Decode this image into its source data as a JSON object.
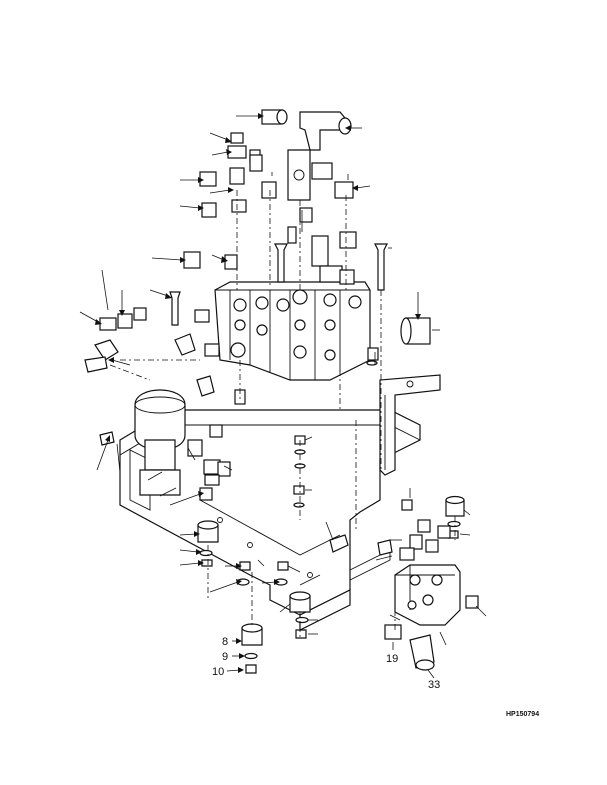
{
  "figure_code": "HP150794",
  "callouts": [
    {
      "label": "8"
    },
    {
      "label": "9"
    },
    {
      "label": "10"
    },
    {
      "label": "19"
    },
    {
      "label": "33"
    }
  ]
}
